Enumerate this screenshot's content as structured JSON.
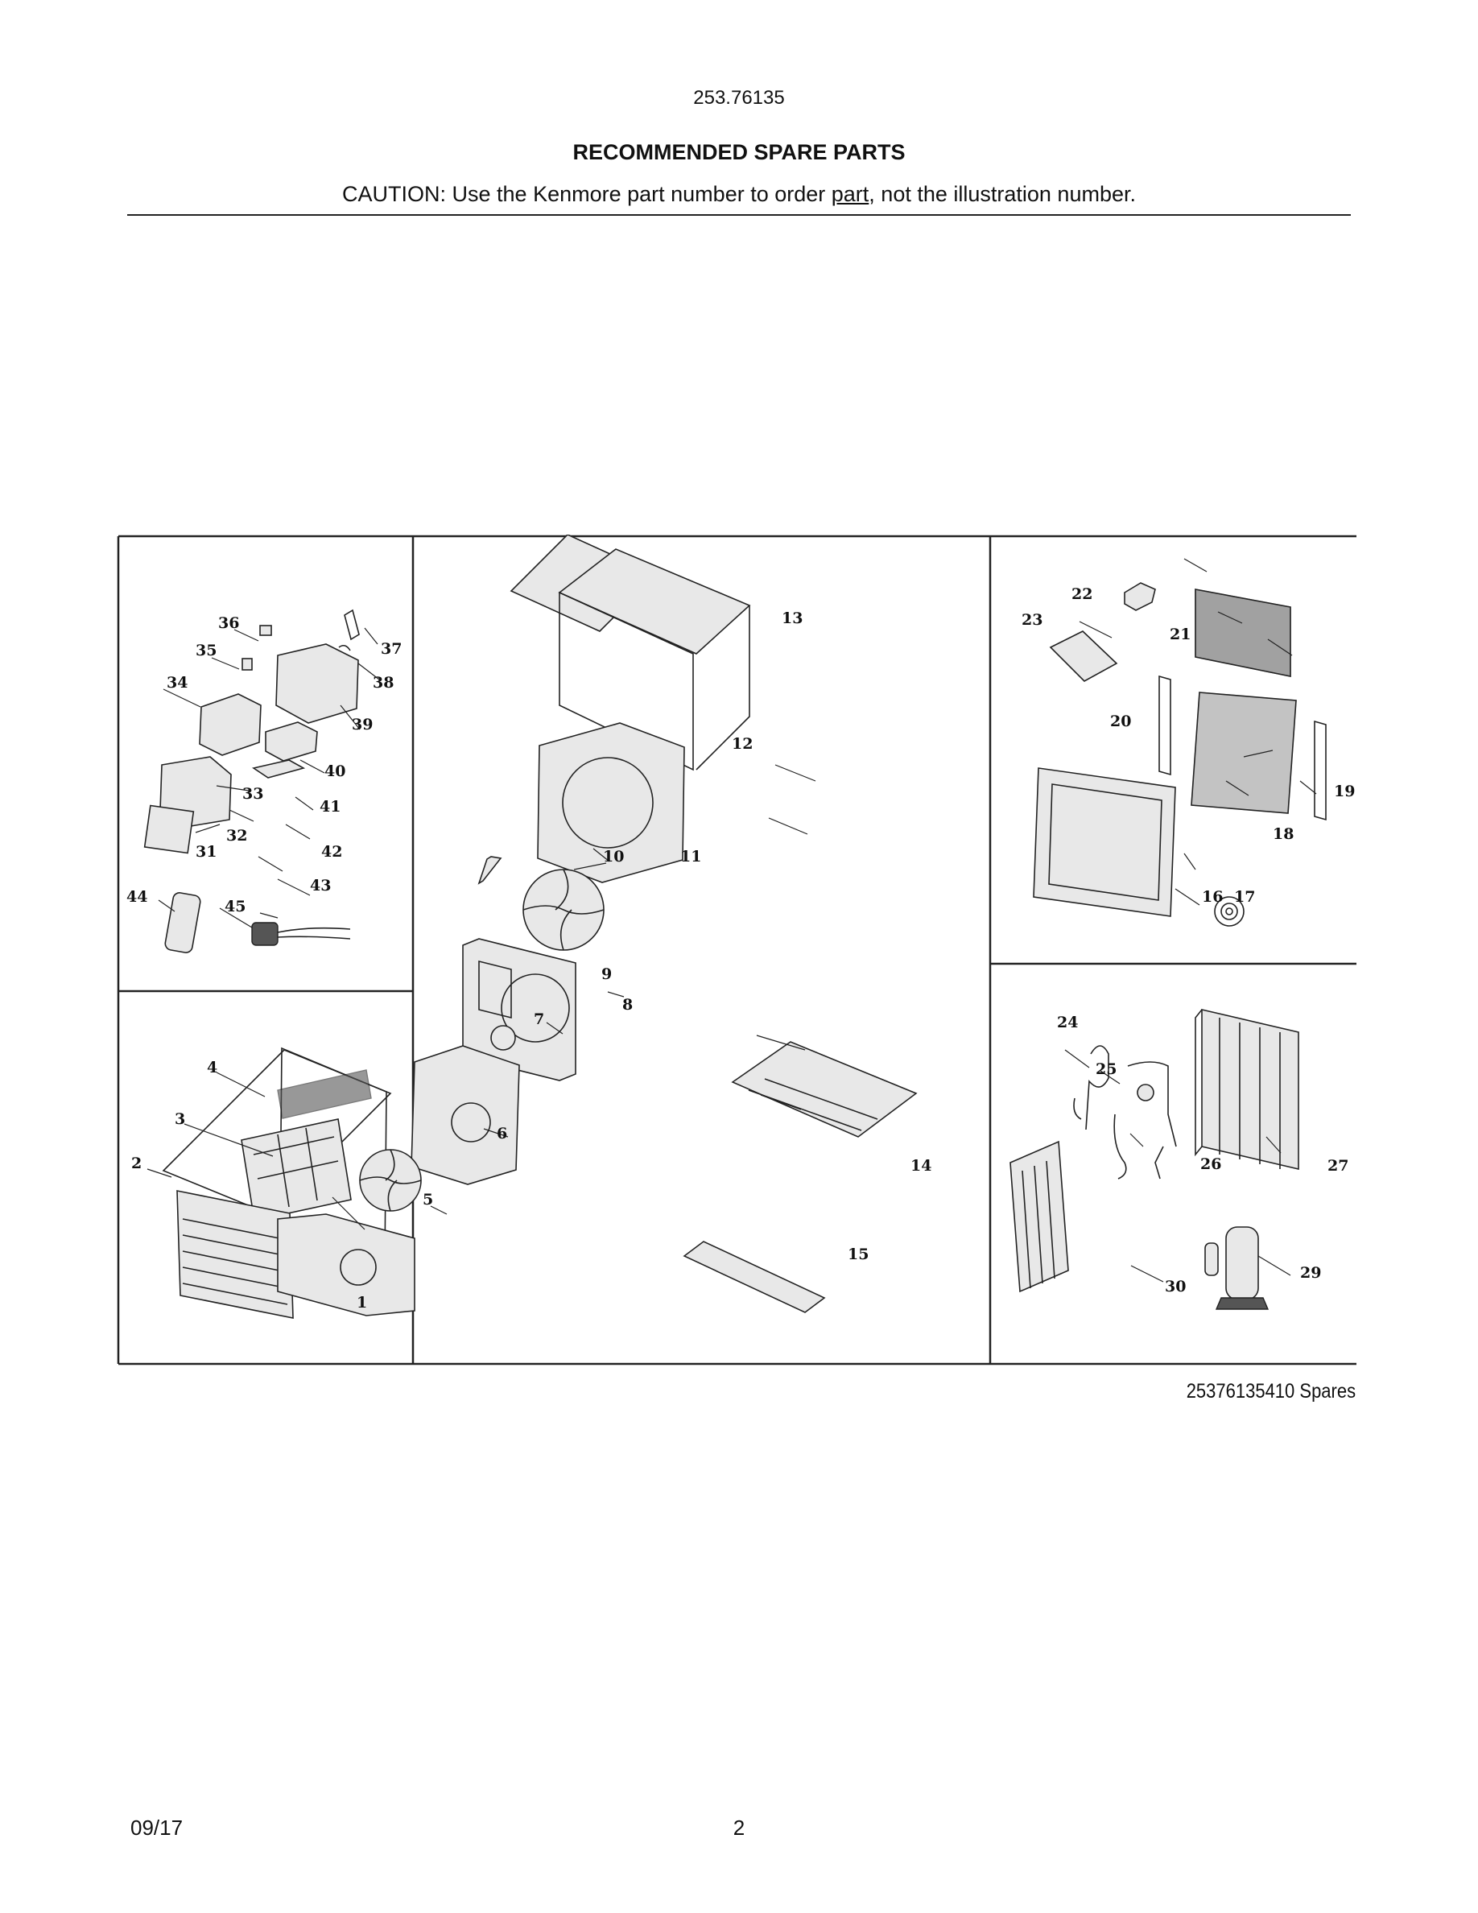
{
  "header": {
    "model_number": "253.76135",
    "heading": "RECOMMENDED SPARE PARTS",
    "caution_before": "CAUTION: Use the Kenmore part number to order ",
    "caution_underlined": "part",
    "caution_after": ", not the illustration number."
  },
  "diagram": {
    "code_label": "25376135410 Spares",
    "callouts": [
      "1",
      "2",
      "3",
      "4",
      "5",
      "6",
      "7",
      "8",
      "9",
      "10",
      "11",
      "12",
      "13",
      "14",
      "15",
      "16",
      "17",
      "18",
      "19",
      "20",
      "21",
      "22",
      "23",
      "24",
      "25",
      "26",
      "27",
      "29",
      "30",
      "31",
      "32",
      "33",
      "34",
      "35",
      "36",
      "37",
      "38",
      "39",
      "40",
      "41",
      "42",
      "43",
      "44",
      "45"
    ]
  },
  "footer": {
    "date": "09/17",
    "page_number": "2"
  }
}
